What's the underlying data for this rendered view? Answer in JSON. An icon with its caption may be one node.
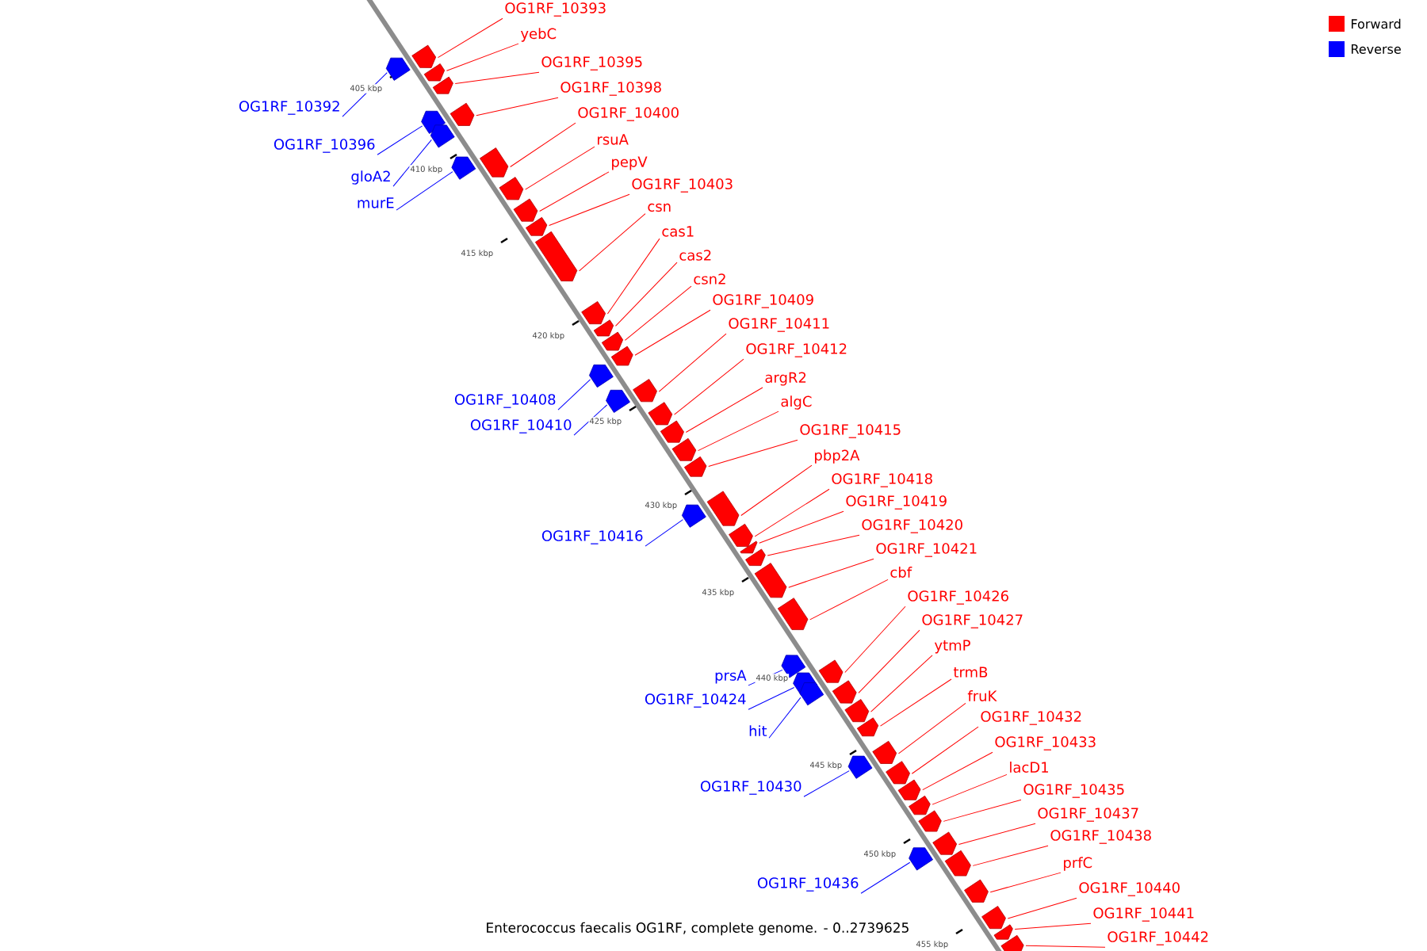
{
  "diagram": {
    "caption": "Enterococcus faecalis OG1RF, complete genome. - 0..2739625",
    "nodes": [
      {
        "text": [
          "OG1RF_10393"
        ]
      },
      {
        "text": [
          "yebC"
        ]
      },
      {
        "text": [
          "OG1RF_10395"
        ]
      },
      {
        "text": [
          "OG1RF_10398"
        ]
      },
      {
        "text": [
          "OG1RF_10392"
        ]
      },
      {
        "text": [
          "OG1RF_10400"
        ]
      },
      {
        "text": [
          "rsuA"
        ]
      },
      {
        "text": [
          "OG1RF_10396"
        ]
      },
      {
        "text": [
          "pepV"
        ]
      },
      {
        "text": [
          "gloA2"
        ]
      },
      {
        "text": [
          "OG1RF_10403"
        ]
      },
      {
        "text": [
          "murE"
        ]
      },
      {
        "text": [
          "csn"
        ]
      },
      {
        "text": [
          "cas1"
        ]
      },
      {
        "text": [
          "cas2"
        ]
      },
      {
        "text": [
          "csn2"
        ]
      },
      {
        "text": [
          "OG1RF_10409"
        ]
      },
      {
        "text": [
          "OG1RF_10411"
        ]
      },
      {
        "text": [
          "OG1RF_10412"
        ]
      },
      {
        "text": [
          "argR2"
        ]
      },
      {
        "text": [
          "OG1RF_10408"
        ]
      },
      {
        "text": [
          "algC"
        ]
      },
      {
        "text": [
          "OG1RF_10410"
        ]
      },
      {
        "text": [
          "OG1RF_10415"
        ]
      },
      {
        "text": [
          "pbp2A"
        ]
      },
      {
        "text": [
          "OG1RF_10418"
        ]
      },
      {
        "text": [
          "OG1RF_10419"
        ]
      },
      {
        "text": [
          "OG1RF_10420"
        ]
      },
      {
        "text": [
          "OG1RF_10416"
        ]
      },
      {
        "text": [
          "OG1RF_10421"
        ]
      },
      {
        "text": [
          "cbf"
        ]
      },
      {
        "text": [
          "OG1RF_10426"
        ]
      },
      {
        "text": [
          "OG1RF_10427"
        ]
      },
      {
        "text": [
          "ytmP"
        ]
      },
      {
        "text": [
          "trmB"
        ]
      },
      {
        "text": [
          "prsA"
        ]
      },
      {
        "text": [
          "fruK"
        ]
      },
      {
        "text": [
          "OG1RF_10424"
        ]
      },
      {
        "text": [
          "OG1RF_10432"
        ]
      },
      {
        "text": [
          "hit"
        ]
      },
      {
        "text": [
          "OG1RF_10433"
        ]
      },
      {
        "text": [
          "lacD1"
        ]
      },
      {
        "text": [
          "OG1RF_10430"
        ]
      },
      {
        "text": [
          "OG1RF_10435"
        ]
      },
      {
        "text": [
          "OG1RF_10437"
        ]
      },
      {
        "text": [
          "OG1RF_10438"
        ]
      },
      {
        "text": [
          "prfC"
        ]
      },
      {
        "text": [
          "OG1RF_10436"
        ]
      },
      {
        "text": [
          "OG1RF_10440"
        ]
      },
      {
        "text": [
          "OG1RF_10441"
        ]
      },
      {
        "text": [
          "OG1RF_10442"
        ]
      },
      {
        "text": [],
        "shape": "box"
      },
      {
        "text": [],
        "shape": "box"
      },
      {
        "text": [],
        "shape": "box"
      },
      {
        "text": [],
        "shape": "box"
      },
      {
        "text": [],
        "shape": "box"
      },
      {
        "text": [],
        "shape": "box"
      },
      {
        "text": [],
        "shape": "box"
      },
      {
        "text": [],
        "shape": "box"
      },
      {
        "text": [],
        "shape": "box"
      },
      {
        "text": [],
        "shape": "box"
      },
      {
        "text": [],
        "shape": "box"
      },
      {
        "text": [],
        "shape": "box"
      },
      {
        "text": [],
        "shape": "box"
      },
      {
        "text": [],
        "shape": "box"
      },
      {
        "text": [],
        "shape": "box"
      },
      {
        "text": [],
        "shape": "box"
      },
      {
        "text": [],
        "shape": "box"
      },
      {
        "text": [],
        "shape": "box"
      },
      {
        "text": [],
        "shape": "box"
      },
      {
        "text": [],
        "shape": "box"
      },
      {
        "text": [],
        "shape": "box"
      },
      {
        "text": [],
        "shape": "box"
      },
      {
        "text": [],
        "shape": "box"
      },
      {
        "text": [],
        "shape": "box"
      },
      {
        "text": [],
        "shape": "box"
      },
      {
        "text": [],
        "shape": "box"
      },
      {
        "text": [],
        "shape": "box"
      },
      {
        "text": [],
        "shape": "box"
      },
      {
        "text": [],
        "shape": "box"
      },
      {
        "text": [],
        "shape": "box"
      },
      {
        "text": [],
        "shape": "box"
      },
      {
        "text": [],
        "shape": "box"
      },
      {
        "text": [],
        "shape": "box"
      },
      {
        "text": [],
        "shape": "box"
      },
      {
        "text": [],
        "shape": "box"
      },
      {
        "text": [],
        "shape": "box"
      },
      {
        "text": [],
        "shape": "box"
      },
      {
        "text": [],
        "shape": "box"
      },
      {
        "text": [],
        "shape": "box"
      },
      {
        "text": [],
        "shape": "box"
      },
      {
        "text": [],
        "shape": "box"
      },
      {
        "text": [],
        "shape": "box"
      },
      {
        "text": [],
        "shape": "box"
      },
      {
        "text": [],
        "shape": "box"
      },
      {
        "text": [],
        "shape": "box"
      },
      {
        "text": [],
        "shape": "box"
      },
      {
        "text": [],
        "shape": "box"
      },
      {
        "text": [],
        "shape": "box"
      },
      {
        "text": [],
        "shape": "box"
      },
      {
        "text": [],
        "shape": "box"
      },
      {
        "text": [],
        "shape": "box"
      }
    ],
    "edges": [
      {
        "from": 0,
        "to": 51,
        "arrow": "none"
      },
      {
        "from": 1,
        "to": 52,
        "arrow": "none"
      },
      {
        "from": 2,
        "to": 53,
        "arrow": "none"
      },
      {
        "from": 3,
        "to": 54,
        "arrow": "none"
      },
      {
        "from": 4,
        "to": 55,
        "arrow": "none",
        "color": "#0000ff"
      },
      {
        "from": 5,
        "to": 56,
        "arrow": "none"
      },
      {
        "from": 6,
        "to": 57,
        "arrow": "none"
      },
      {
        "from": 7,
        "to": 58,
        "arrow": "none",
        "color": "#0000ff"
      },
      {
        "from": 8,
        "to": 59,
        "arrow": "none"
      },
      {
        "from": 9,
        "to": 60,
        "arrow": "none",
        "color": "#0000ff"
      },
      {
        "from": 10,
        "to": 61,
        "arrow": "none"
      },
      {
        "from": 11,
        "to": 62,
        "arrow": "none",
        "color": "#0000ff"
      },
      {
        "from": 12,
        "to": 63,
        "arrow": "none"
      },
      {
        "from": 13,
        "to": 64,
        "arrow": "none"
      },
      {
        "from": 14,
        "to": 65,
        "arrow": "none"
      },
      {
        "from": 15,
        "to": 66,
        "arrow": "none"
      },
      {
        "from": 16,
        "to": 67,
        "arrow": "none"
      },
      {
        "from": 17,
        "to": 68,
        "arrow": "none"
      },
      {
        "from": 18,
        "to": 69,
        "arrow": "none"
      },
      {
        "from": 19,
        "to": 70,
        "arrow": "none"
      },
      {
        "from": 20,
        "to": 71,
        "arrow": "none",
        "color": "#0000ff"
      },
      {
        "from": 21,
        "to": 72,
        "arrow": "none"
      },
      {
        "from": 22,
        "to": 73,
        "arrow": "none",
        "color": "#0000ff"
      },
      {
        "from": 23,
        "to": 74,
        "arrow": "none"
      },
      {
        "from": 24,
        "to": 75,
        "arrow": "none"
      },
      {
        "from": 25,
        "to": 76,
        "arrow": "none"
      },
      {
        "from": 26,
        "to": 77,
        "arrow": "none"
      },
      {
        "from": 27,
        "to": 78,
        "arrow": "none"
      },
      {
        "from": 28,
        "to": 79,
        "arrow": "none",
        "color": "#0000ff"
      },
      {
        "from": 29,
        "to": 80,
        "arrow": "none"
      },
      {
        "from": 30,
        "to": 81,
        "arrow": "none"
      },
      {
        "from": 31,
        "to": 82,
        "arrow": "none"
      },
      {
        "from": 32,
        "to": 83,
        "arrow": "none"
      },
      {
        "from": 33,
        "to": 84,
        "arrow": "none"
      },
      {
        "from": 34,
        "to": 85,
        "arrow": "none"
      },
      {
        "from": 35,
        "to": 86,
        "arrow": "none",
        "color": "#0000ff"
      },
      {
        "from": 36,
        "to": 87,
        "arrow": "none"
      },
      {
        "from": 37,
        "to": 88,
        "arrow": "none",
        "color": "#0000ff"
      },
      {
        "from": 38,
        "to": 89,
        "arrow": "none"
      },
      {
        "from": 39,
        "to": 90,
        "arrow": "none",
        "color": "#0000ff"
      },
      {
        "from": 40,
        "to": 91,
        "arrow": "none"
      },
      {
        "from": 41,
        "to": 92,
        "arrow": "none"
      },
      {
        "from": 42,
        "to": 93,
        "arrow": "none",
        "color": "#0000ff"
      },
      {
        "from": 43,
        "to": 94,
        "arrow": "none"
      },
      {
        "from": 44,
        "to": 95,
        "arrow": "none"
      },
      {
        "from": 45,
        "to": 96,
        "arrow": "none"
      },
      {
        "from": 46,
        "to": 97,
        "arrow": "none"
      },
      {
        "from": 47,
        "to": 98,
        "arrow": "none",
        "color": "#0000ff"
      },
      {
        "from": 48,
        "to": 99,
        "arrow": "none"
      },
      {
        "from": 49,
        "to": 100,
        "arrow": "none"
      },
      {
        "from": 50,
        "to": 101,
        "arrow": "none"
      }
    ],
    "labels": [
      "405 kbp",
      "410 kbp",
      "415 kbp",
      "420 kbp",
      "425 kbp",
      "430 kbp",
      "435 kbp",
      "440 kbp",
      "445 kbp",
      "450 kbp",
      "455 kbp"
    ],
    "legend": [
      {
        "text": "Forward",
        "color": "#ff0000"
      },
      {
        "text": "Reverse",
        "color": "#0000ff"
      }
    ]
  }
}
